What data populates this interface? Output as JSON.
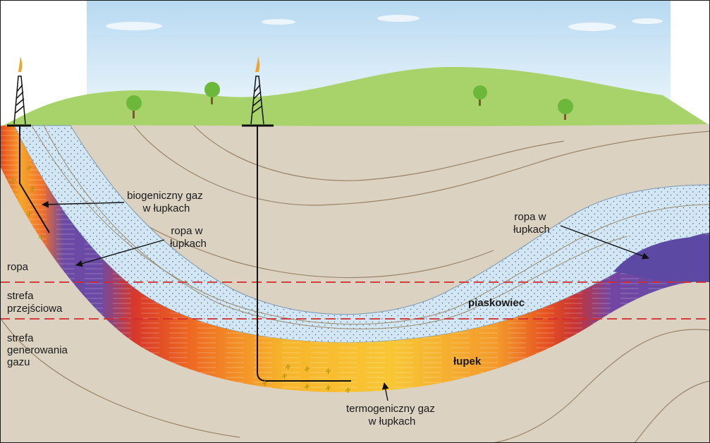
{
  "labels": {
    "biogenic_gas": [
      "biogeniczny gaz",
      "w łupkach"
    ],
    "oil_in_shale_left": [
      "ropa w",
      "łupkach"
    ],
    "oil_in_shale_right": [
      "ropa w",
      "łupkach"
    ],
    "zone_oil": [
      "ropa"
    ],
    "zone_transition": [
      "strefa",
      "przejściowa"
    ],
    "zone_gas_generation": [
      "strefa",
      "generowania",
      "gazu"
    ],
    "sandstone": "piaskowiec",
    "shale": "łupek",
    "thermogenic_gas": [
      "termogeniczny gaz",
      "w łupkach"
    ]
  },
  "colors": {
    "sky_top": "#bcdcf2",
    "sky_bottom": "#e9f4fb",
    "grass": "#a9d46a",
    "ground": "#dcd3c3",
    "sandstone": "#cfe3f1",
    "shale_hot": "#e84a1c",
    "shale_warm": "#f7c531",
    "shale_oil": "#6a4aa8",
    "dashed_line": "#d42a2a"
  }
}
